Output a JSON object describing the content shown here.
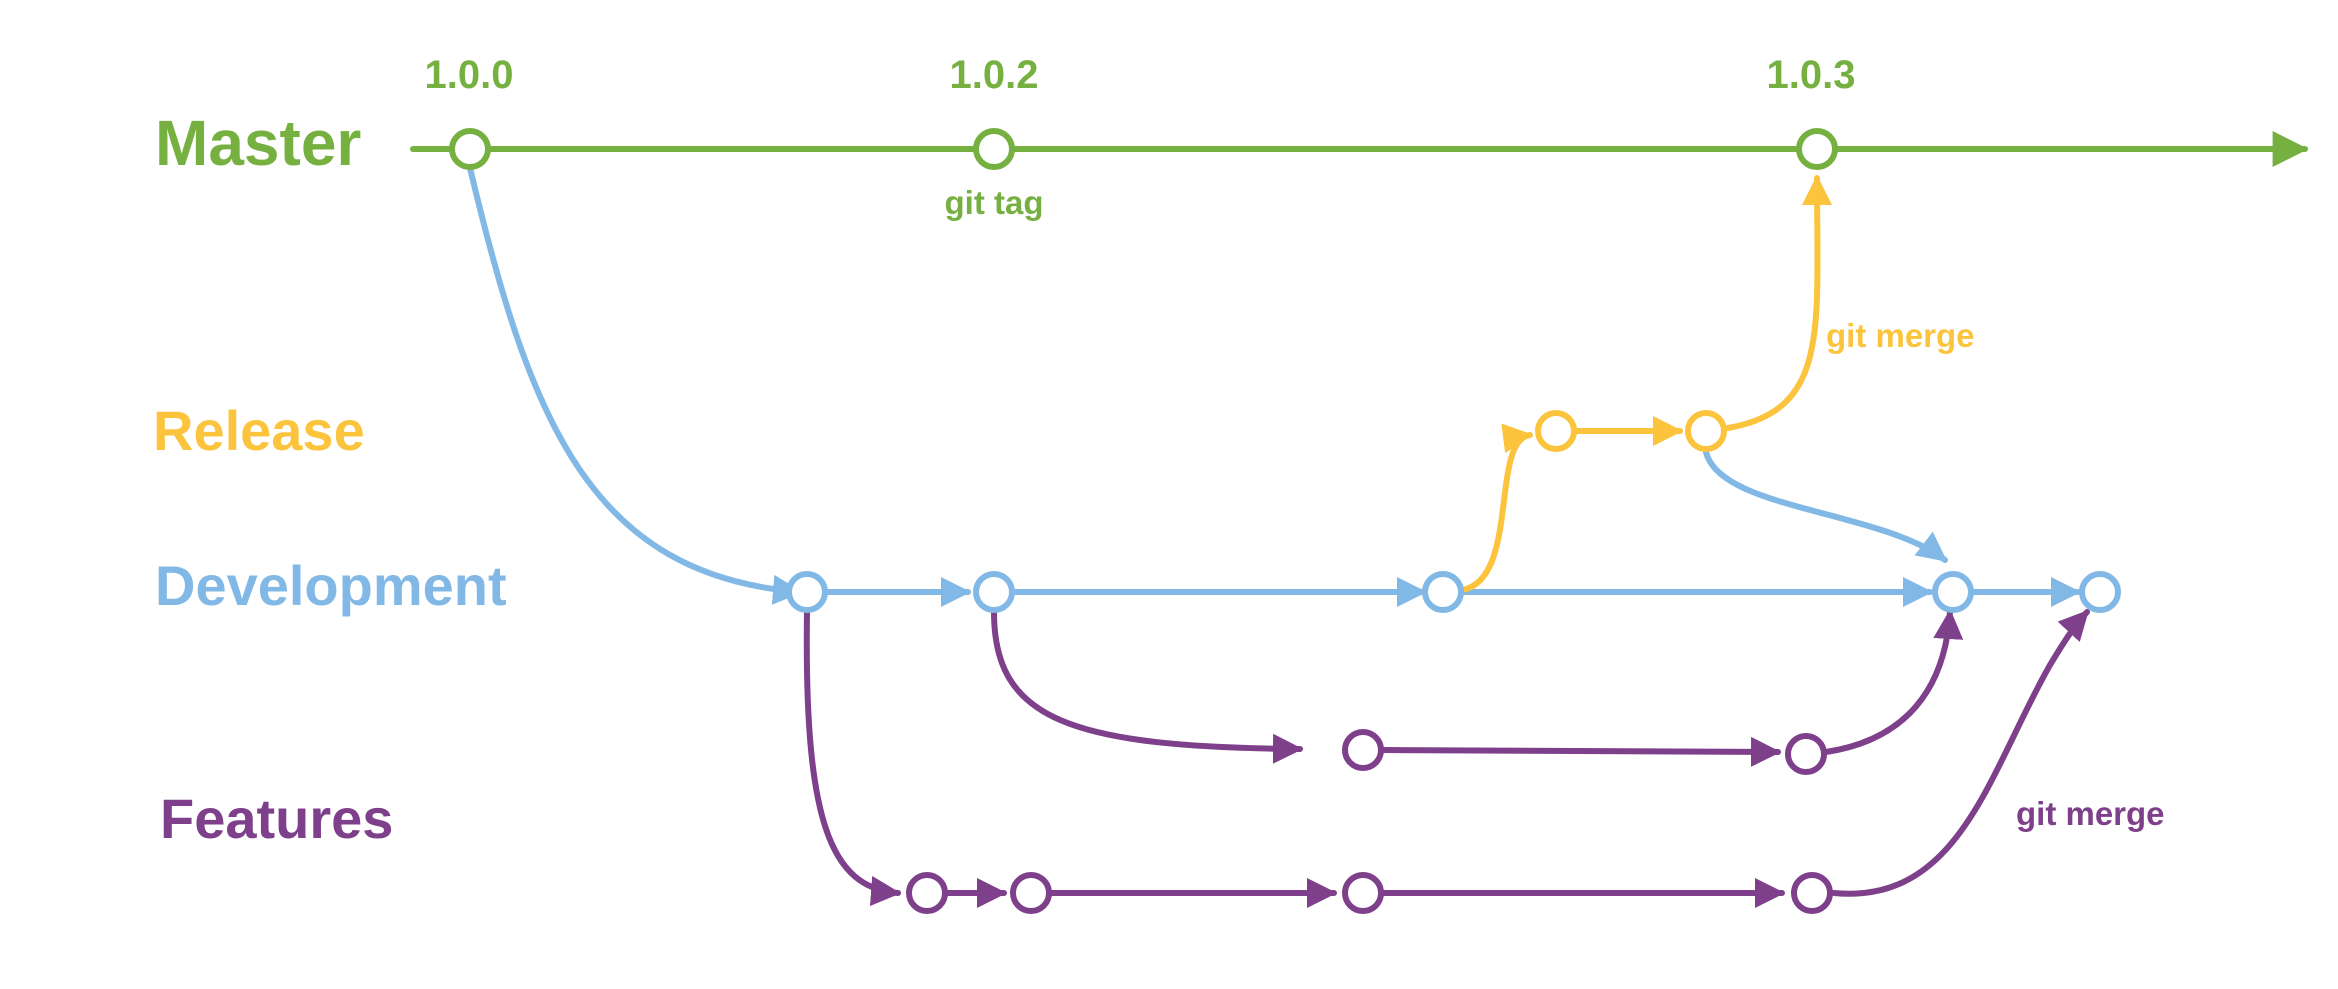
{
  "colors": {
    "master": "#76b041",
    "release": "#fcc43d",
    "development": "#82b8e6",
    "features": "#7e3f8b"
  },
  "lanes": {
    "master": "Master",
    "release": "Release",
    "development": "Development",
    "features": "Features"
  },
  "tags": {
    "v100": "1.0.0",
    "v102": "1.0.2",
    "v103": "1.0.3"
  },
  "notes": {
    "git_tag": "git tag",
    "git_merge_release": "git merge",
    "git_merge_features": "git merge"
  }
}
